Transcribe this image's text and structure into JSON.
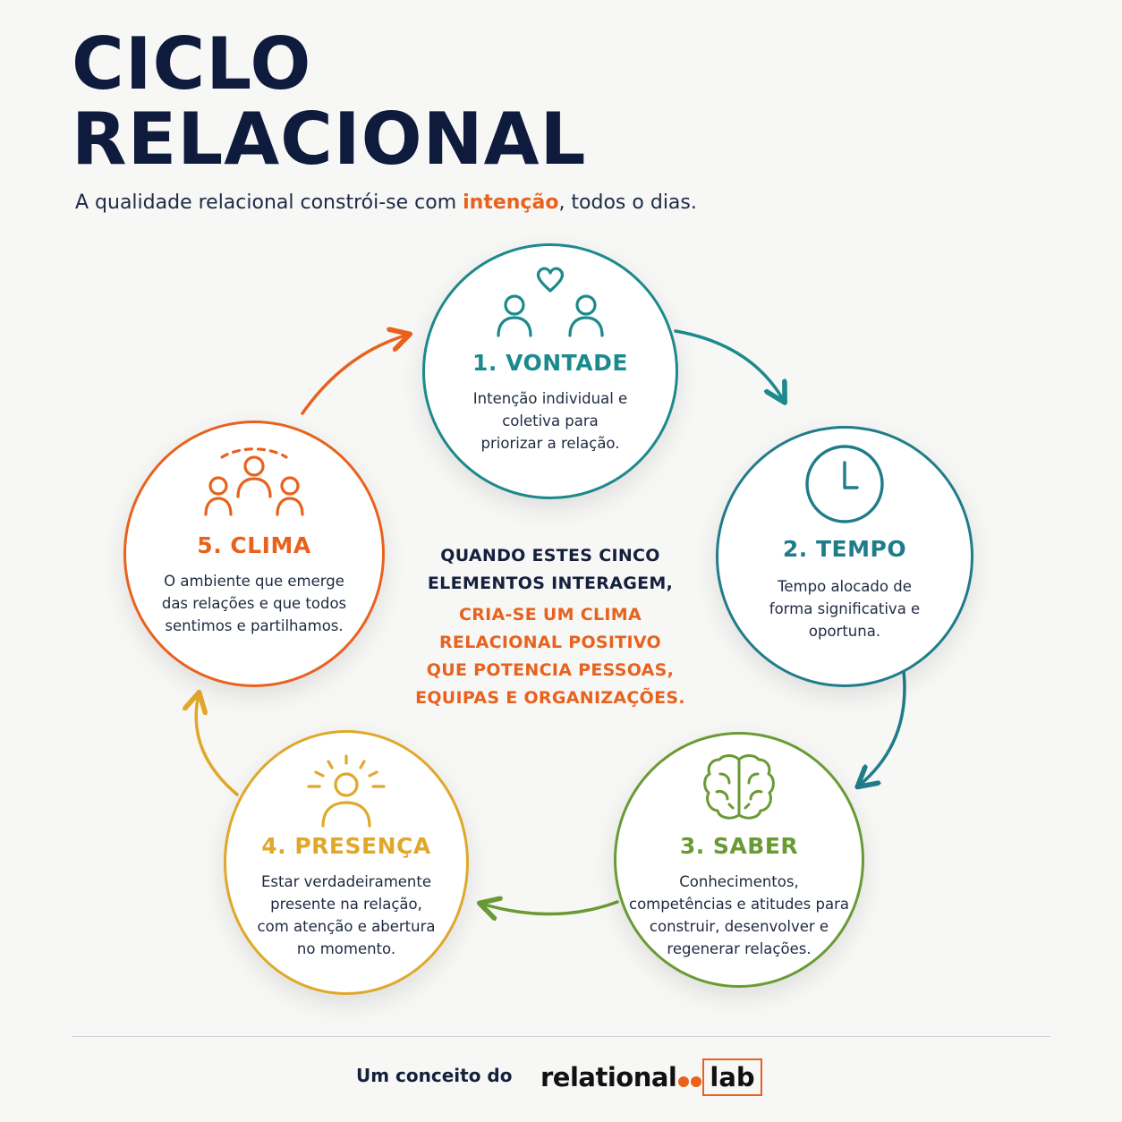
{
  "header": {
    "title_line1": "CICLO",
    "title_line2": "RELACIONAL",
    "subtitle_before": "A qualidade relacional constrói-se com ",
    "subtitle_highlight": "intenção",
    "subtitle_after": ", todos o",
    "subtitle_end": " dias."
  },
  "colors": {
    "title": "#0e1b3d",
    "accent": "#e8621d",
    "vontade": "#1c8a8c",
    "tempo": "#1f7d8a",
    "saber": "#6a9a33",
    "presenca": "#e0a82a",
    "clima": "#e8621d"
  },
  "nodes": [
    {
      "id": "vontade",
      "title": "1. VONTADE",
      "description": "Intenção individual e coletiva para priorizar a relação.",
      "icon": "people-heart-icon",
      "color": "#1c8a8c"
    },
    {
      "id": "tempo",
      "title": "2. TEMPO",
      "description": "Tempo alocado de forma significativa e oportuna.",
      "icon": "clock-icon",
      "color": "#1f7d8a"
    },
    {
      "id": "saber",
      "title": "3. SABER",
      "description": "Conhecimentos, competências e atitudes para construir, desenvolver e regenerar relações.",
      "icon": "brain-icon",
      "color": "#6a9a33"
    },
    {
      "id": "presenca",
      "title": "4. PRESENÇA",
      "description": "Estar verdadeiramente presente na relação, com atenção e abertura no momento.",
      "icon": "person-radiant-icon",
      "color": "#e0a82a"
    },
    {
      "id": "clima",
      "title": "5. CLIMA",
      "description": "O ambiente que emerge das relações e que todos sentimos e partilhamos.",
      "icon": "group-icon",
      "color": "#e8621d"
    }
  ],
  "center": {
    "line1": "QUANDO ESTES CINCO",
    "line2": "ELEMENTOS INTERAGEM,",
    "line3": "CRIA-SE UM CLIMA",
    "line4": "RELACIONAL POSITIVO",
    "line5": "QUE POTENCIA PESSOAS,",
    "line6": "EQUIPAS E ORGANIZAÇÕES."
  },
  "footer": {
    "prefix": "Um conceito do",
    "logo_word": "relational",
    "logo_lab": "lab"
  }
}
